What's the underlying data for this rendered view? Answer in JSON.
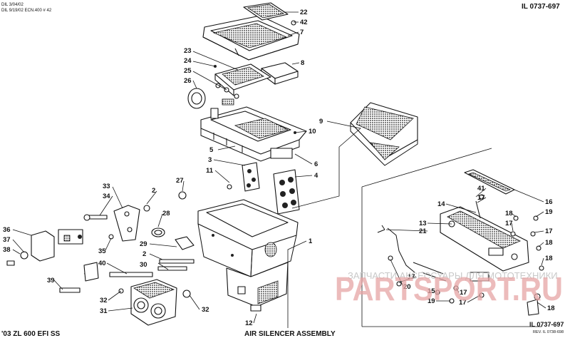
{
  "header": {
    "top_left_line1": "DIL 3/04/02",
    "top_left_line2": "DIL 9/19/02 ECN.400 # 42",
    "id_top": "IL 0737-697",
    "id_bottom": "IL 0737-697",
    "rev": "REV. IL 0738-698"
  },
  "footer": {
    "model": "'03 ZL 600 EFI SS",
    "title": "AIR SILENCER ASSEMBLY"
  },
  "watermark": {
    "top_text": "ЗАПЧАСТИ АКСЕССУАРЫ ДЛЯ МОТОТЕХНИКИ",
    "logo_text": "PARTSPORT.RU"
  },
  "callouts": [
    "22",
    "42",
    "7",
    "8",
    "23",
    "24",
    "25",
    "26",
    "9",
    "10",
    "5",
    "6",
    "3",
    "11",
    "4",
    "27",
    "2",
    "33",
    "34",
    "28",
    "1",
    "36",
    "37",
    "38",
    "35",
    "29",
    "2",
    "30",
    "40",
    "39",
    "32",
    "31",
    "32",
    "12",
    "41",
    "17",
    "14",
    "16",
    "18",
    "19",
    "13",
    "21",
    "17",
    "17",
    "18",
    "18",
    "17",
    "20",
    "15",
    "17",
    "19",
    "17",
    "18"
  ]
}
